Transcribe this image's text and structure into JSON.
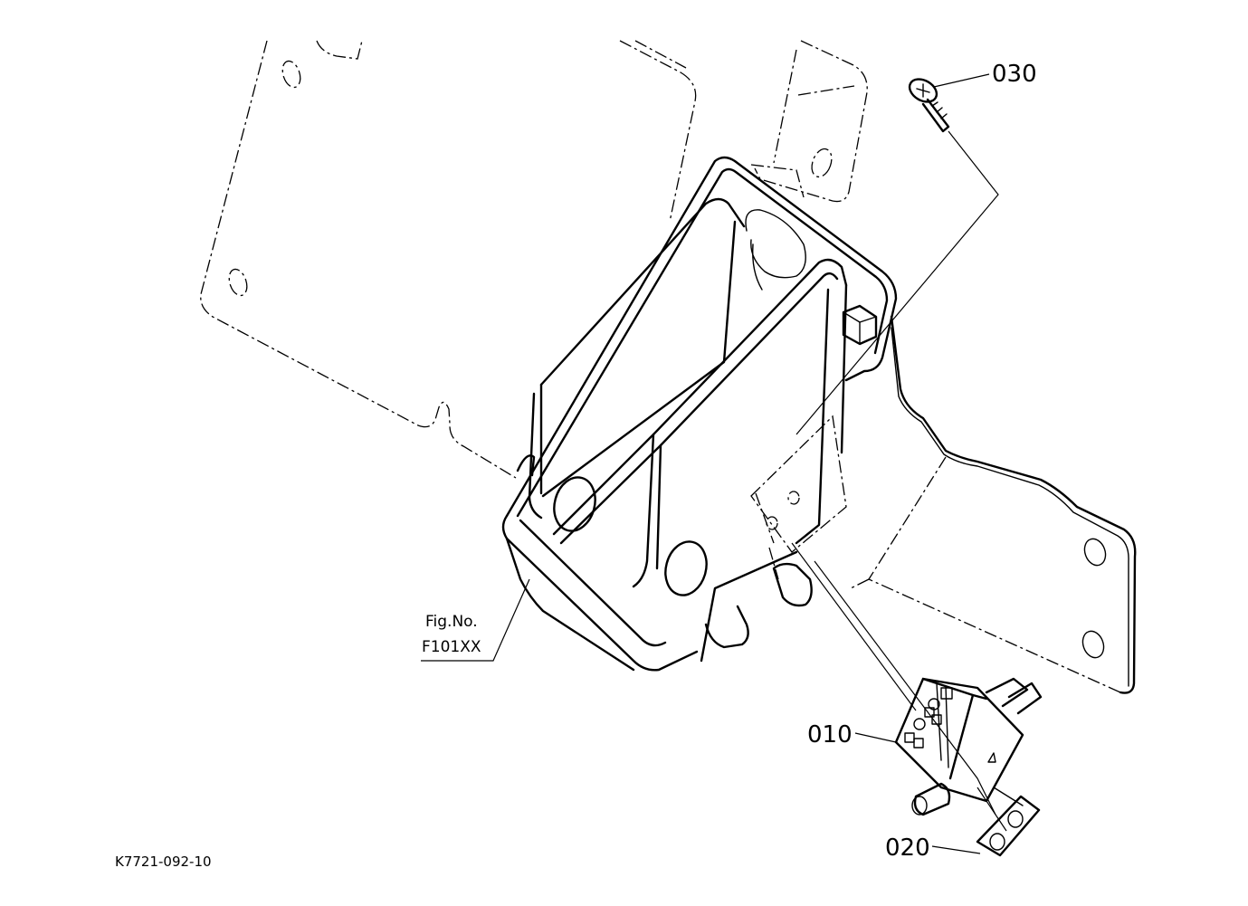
{
  "parts": [
    {
      "id": "callout-030",
      "label": "030"
    },
    {
      "id": "callout-010",
      "label": "010"
    },
    {
      "id": "callout-020",
      "label": "020"
    }
  ],
  "figure_ref": {
    "line1": "Fig.No.",
    "line2": "F101XX"
  },
  "drawing_code": "K7721-092-10"
}
